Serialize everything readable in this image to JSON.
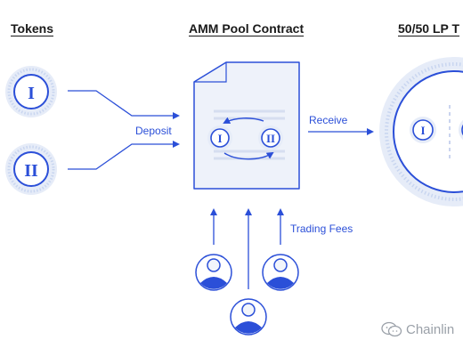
{
  "headings": {
    "tokens": "Tokens",
    "pool": "AMM Pool Contract",
    "lp": "50/50 LP T"
  },
  "labels": {
    "deposit": "Deposit",
    "receive": "Receive",
    "trading_fees": "Trading Fees"
  },
  "tokens": [
    "I",
    "II"
  ],
  "watermark": "Chainlin",
  "colors": {
    "accent": "#2b4fd8",
    "coin_fill": "#e6ecf8",
    "coin_ring": "#c9d6f0",
    "document": "#eef2fa",
    "user_head": "#f2f5fb",
    "heading_text": "#1a1a1a",
    "watermark": "#9aa0a8"
  }
}
